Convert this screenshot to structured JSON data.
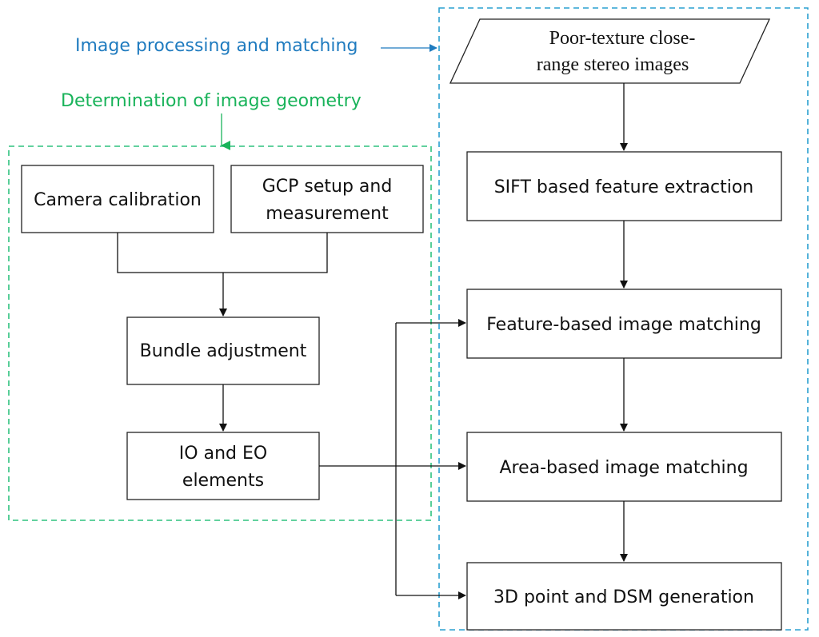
{
  "labels": {
    "image_processing": "Image processing and matching",
    "image_geometry": "Determination of image geometry"
  },
  "nodes": {
    "input_images": {
      "line1": "Poor-texture close-",
      "line2": "range stereo images"
    },
    "sift": {
      "line1": "SIFT based feature extraction"
    },
    "feature_matching": {
      "line1": "Feature-based image matching"
    },
    "area_matching": {
      "line1": "Area-based image matching"
    },
    "dsm": {
      "line1": "3D point and DSM generation"
    },
    "camera_calibration": {
      "line1": "Camera calibration"
    },
    "gcp": {
      "line1": "GCP setup and",
      "line2": "measurement"
    },
    "bundle": {
      "line1": "Bundle adjustment"
    },
    "io_eo": {
      "line1": "IO and EO",
      "line2": "elements"
    }
  },
  "colors": {
    "processing_group": "#2aa0d0",
    "geometry_group": "#2ec27e",
    "label_blue": "#1f7bbf",
    "label_green": "#19b35a",
    "line": "#111111"
  }
}
